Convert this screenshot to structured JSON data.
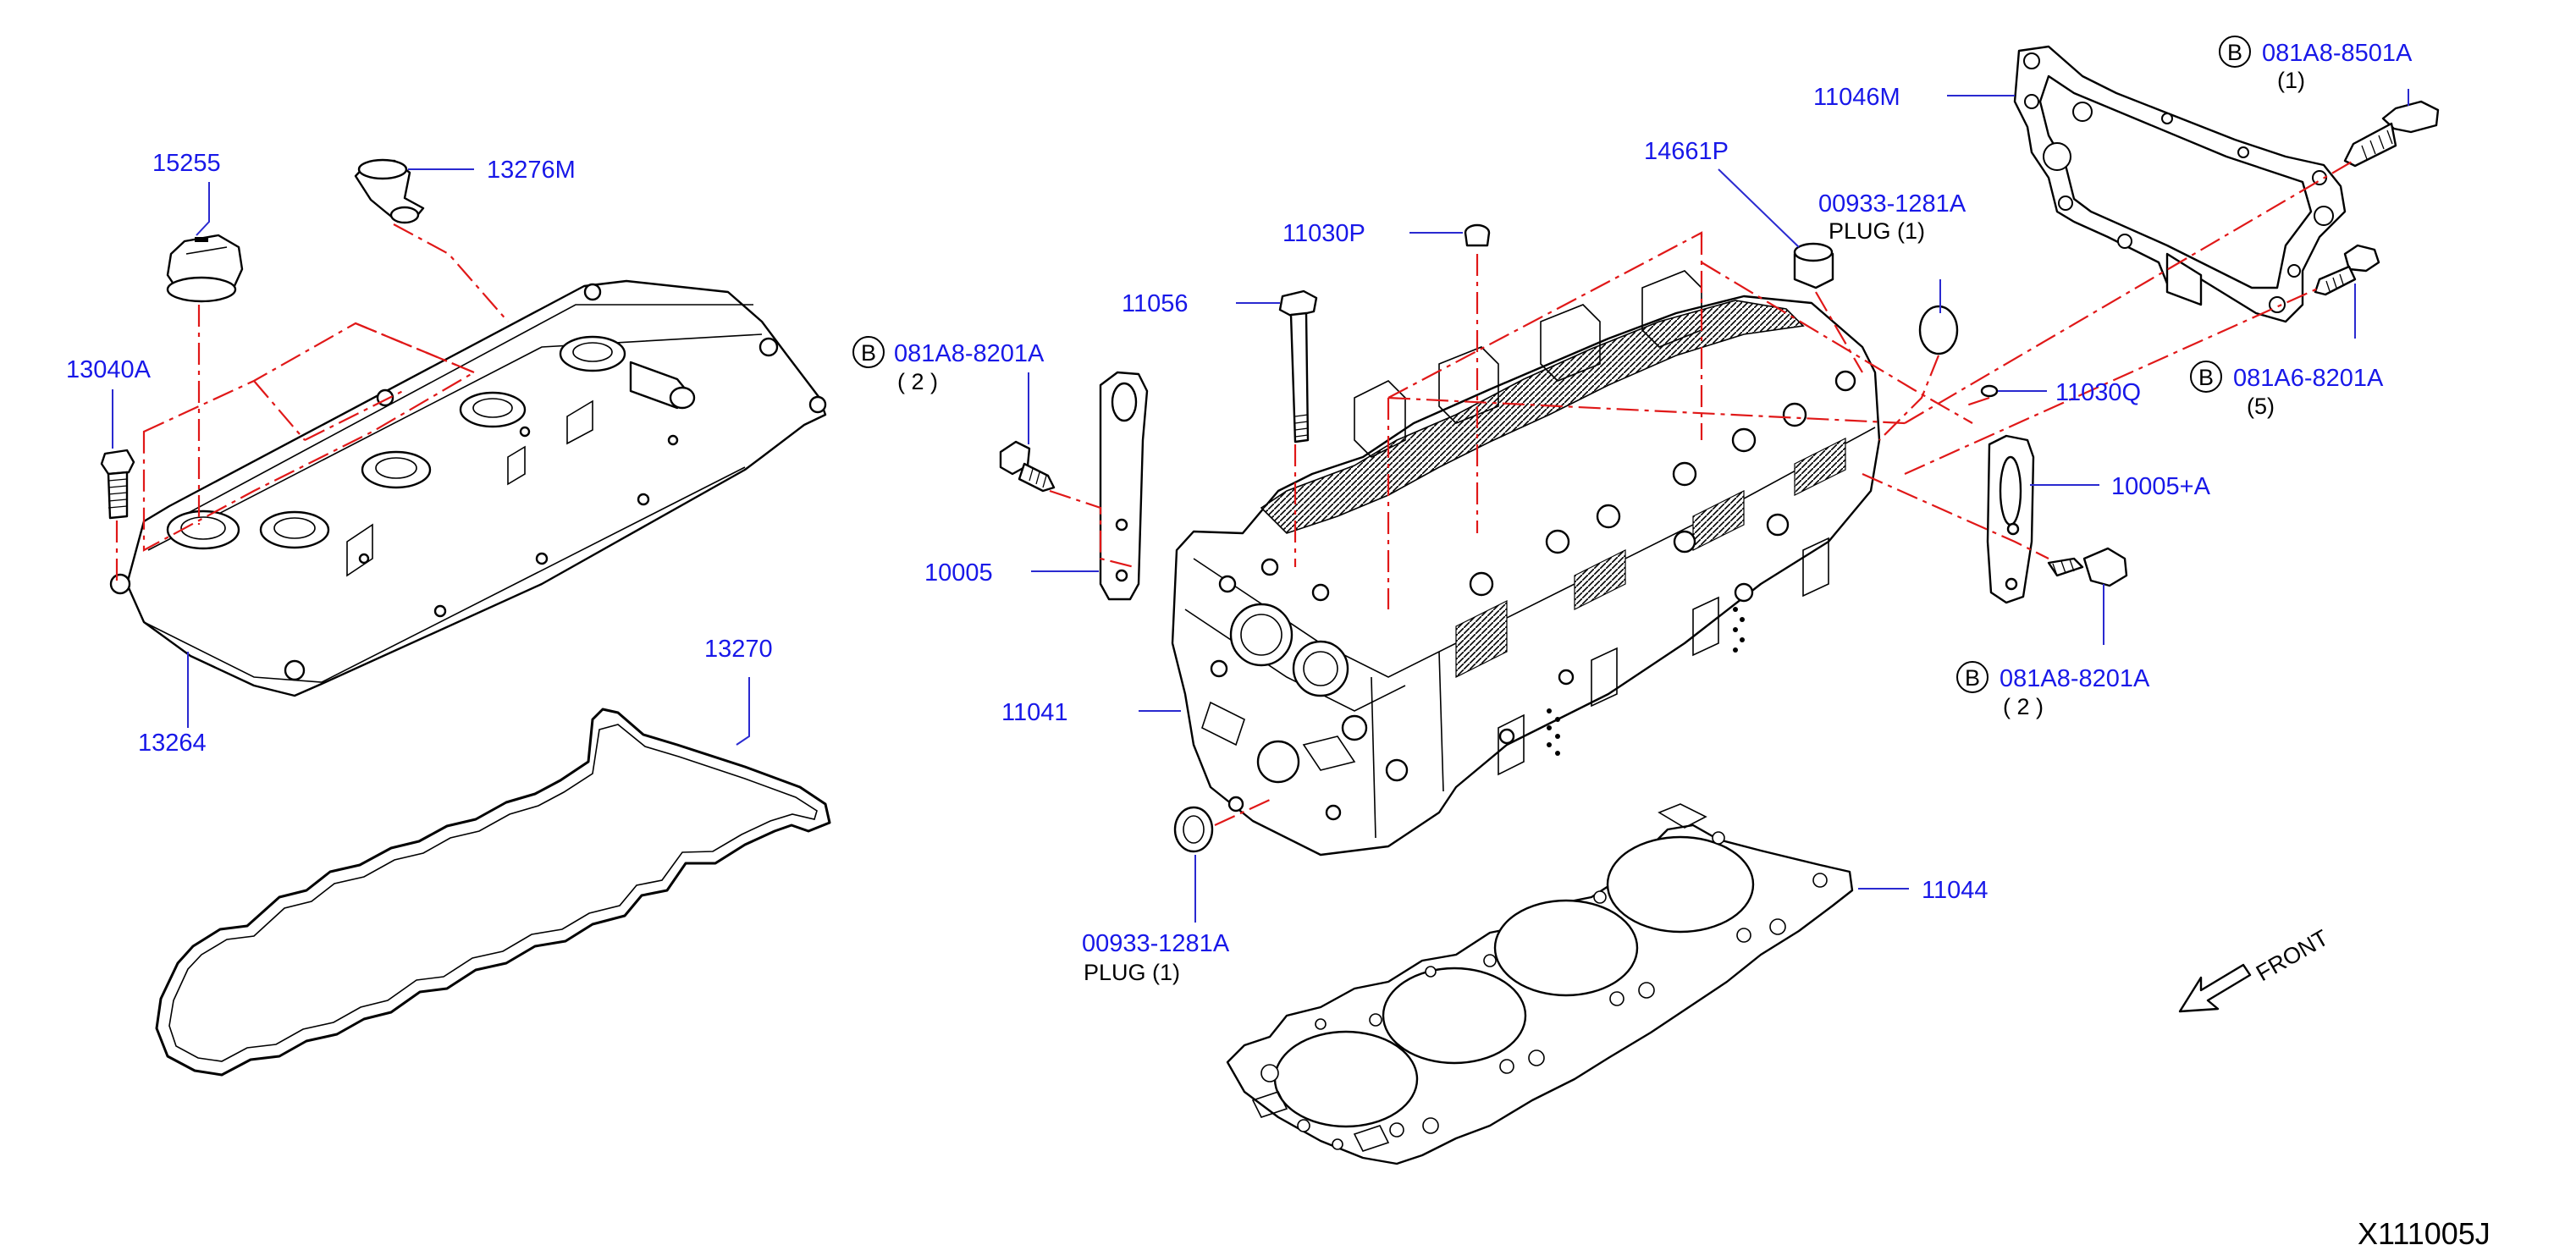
{
  "diagram": {
    "reference_code": "X111005J",
    "front_label": "FRONT",
    "bolt_badge": "B",
    "part_labels": {
      "p15255": "15255",
      "p13276M": "13276M",
      "p13040A": "13040A",
      "p13264": "13264",
      "p13270": "13270",
      "p11030P": "11030P",
      "p11056": "11056",
      "p14661P": "14661P",
      "p11046M": "11046M",
      "p10005": "10005",
      "p10005A": "10005+A",
      "p11041": "11041",
      "p11030Q": "11030Q",
      "p11044": "11044",
      "bolt_left": "081A8-8201A",
      "bolt_left_qty": "( 2 )",
      "bolt_right": "081A8-8201A",
      "bolt_right_qty": "( 2 )",
      "bolt_top": "081A8-8501A",
      "bolt_top_qty": "(1)",
      "bolt_mid": "081A6-8201A",
      "bolt_mid_qty": "(5)",
      "plug_top": "00933-1281A",
      "plug_top_text": "PLUG (1)",
      "plug_bottom": "00933-1281A",
      "plug_bottom_text": "PLUG (1)"
    }
  }
}
